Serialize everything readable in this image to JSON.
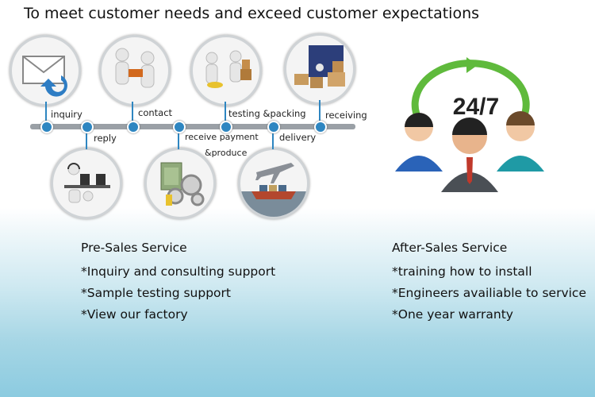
{
  "title": "To meet customer needs and exceed customer expectations",
  "timeline": {
    "top_steps": [
      "inquiry",
      "contact",
      "testing &packing",
      "receiving"
    ],
    "bottom_steps": [
      "reply",
      "receive payment",
      "&produce",
      "delivery"
    ]
  },
  "support_badge": "24/7",
  "pre_sales": {
    "title": "Pre-Sales Service",
    "items": [
      "*Inquiry and consulting support",
      "*Sample testing support",
      "*View our factory"
    ]
  },
  "after_sales": {
    "title": "After-Sales Service",
    "items": [
      "*training how to install",
      "*Engineers availiable to service",
      "*One year warranty"
    ]
  }
}
